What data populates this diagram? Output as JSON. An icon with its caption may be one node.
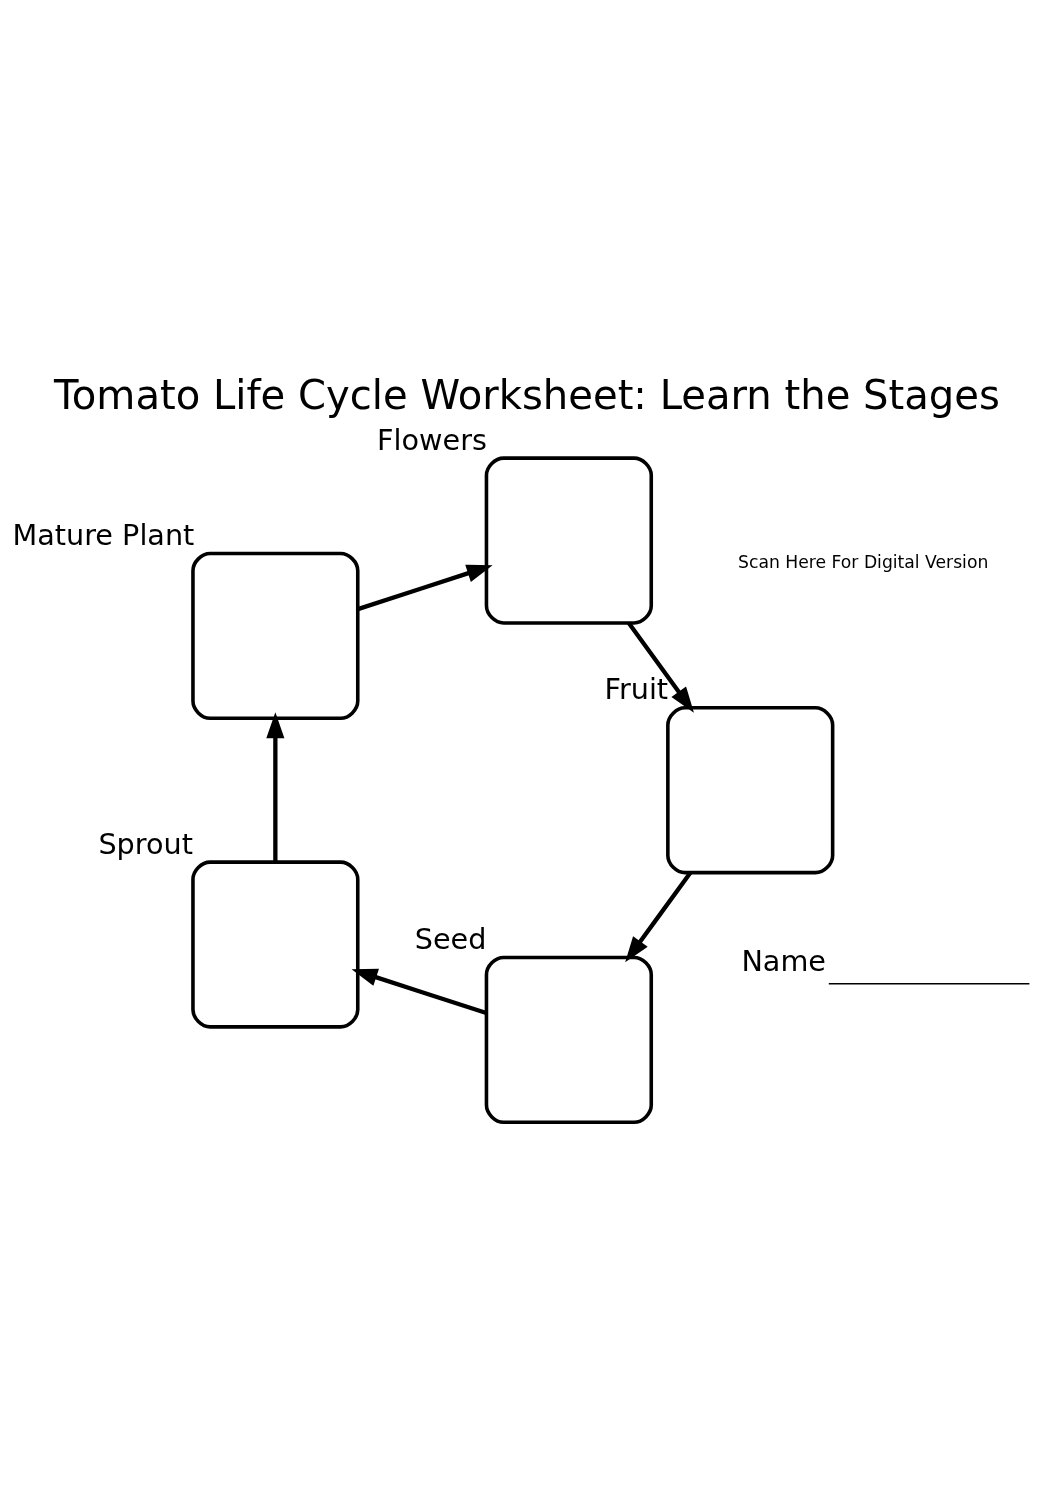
{
  "diagram": {
    "title": "Tomato Life Cycle Worksheet: Learn the Stages",
    "nodes": [
      {
        "text": [],
        "shape": "box",
        "beside": [
          "Seed"
        ]
      },
      {
        "text": [],
        "shape": "box",
        "beside": [
          "Sprout"
        ]
      },
      {
        "text": [],
        "shape": "box",
        "beside": [
          "Mature Plant"
        ]
      },
      {
        "text": [],
        "shape": "box",
        "beside": [
          "Flowers"
        ]
      },
      {
        "text": [],
        "shape": "box",
        "beside": [
          "Fruit"
        ]
      }
    ],
    "edges": [
      {
        "from": 0,
        "to": 1,
        "arrow": "to"
      },
      {
        "from": 1,
        "to": 2,
        "arrow": "to"
      },
      {
        "from": 2,
        "to": 3,
        "arrow": "to"
      },
      {
        "from": 3,
        "to": 4,
        "arrow": "to"
      },
      {
        "from": 4,
        "to": 0,
        "arrow": "to"
      }
    ],
    "labels": [
      "Name",
      "Scan Here For Digital Version"
    ]
  }
}
